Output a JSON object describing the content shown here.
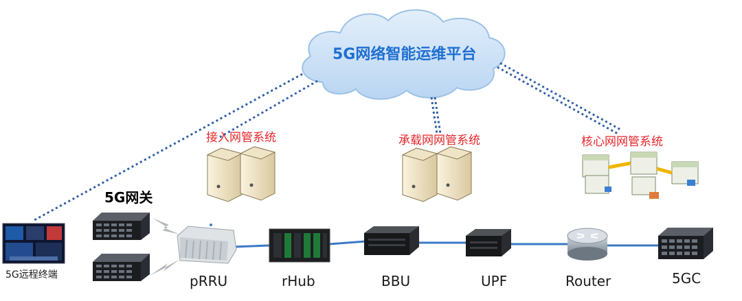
{
  "platform": {
    "title": "5G网络智能运维平台"
  },
  "systems": {
    "access": "接入网管系统",
    "bearer": "承载网网管系统",
    "core": "核心网网管系统"
  },
  "gateway": {
    "label": "5G网关"
  },
  "terminal": {
    "label": "5G远程终端"
  },
  "devices": {
    "prru": "pRRU",
    "rhub": "rHub",
    "bbu": "BBU",
    "upf": "UPF",
    "router": "Router",
    "core5gc": "5GC"
  },
  "colors": {
    "cloud_fill": "#c9e0f7",
    "cloud_text": "#1f6fd1",
    "system_text": "#e8262a",
    "link_line": "#3a79c4",
    "dotted_line": "#2f5fa6"
  }
}
